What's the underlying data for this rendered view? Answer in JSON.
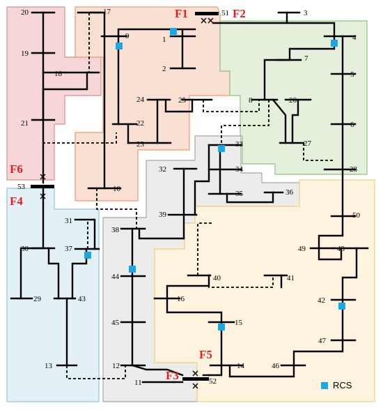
{
  "feeders": [
    {
      "name": "F1",
      "fill": "#f9e0d3",
      "stroke": "#ef9a6c"
    },
    {
      "name": "F2",
      "fill": "#e4efdc",
      "stroke": "#8fc27a"
    },
    {
      "name": "F3",
      "fill": "#ececec",
      "stroke": "#a6a6a6"
    },
    {
      "name": "F4",
      "fill": "#e3f1f7",
      "stroke": "#8dc8df"
    },
    {
      "name": "F5",
      "fill": "#fdf3df",
      "stroke": "#f5d17a"
    },
    {
      "name": "F6",
      "fill": "#f6d6d6",
      "stroke": "#d98f8f"
    }
  ],
  "node_labels": [
    "1",
    "2",
    "3",
    "4",
    "5",
    "6",
    "7",
    "8",
    "9",
    "10",
    "11",
    "12",
    "13",
    "14",
    "15",
    "16",
    "17",
    "18",
    "19",
    "20",
    "21",
    "22",
    "23",
    "24",
    "25",
    "26",
    "27",
    "28",
    "29",
    "30",
    "31",
    "32",
    "33",
    "34",
    "35",
    "36",
    "37",
    "38",
    "39",
    "40",
    "41",
    "42",
    "43",
    "44",
    "45",
    "46",
    "47",
    "48",
    "49",
    "50",
    "51",
    "52",
    "53"
  ],
  "legend": {
    "label": "RCS",
    "color": "#1aa7e8"
  }
}
